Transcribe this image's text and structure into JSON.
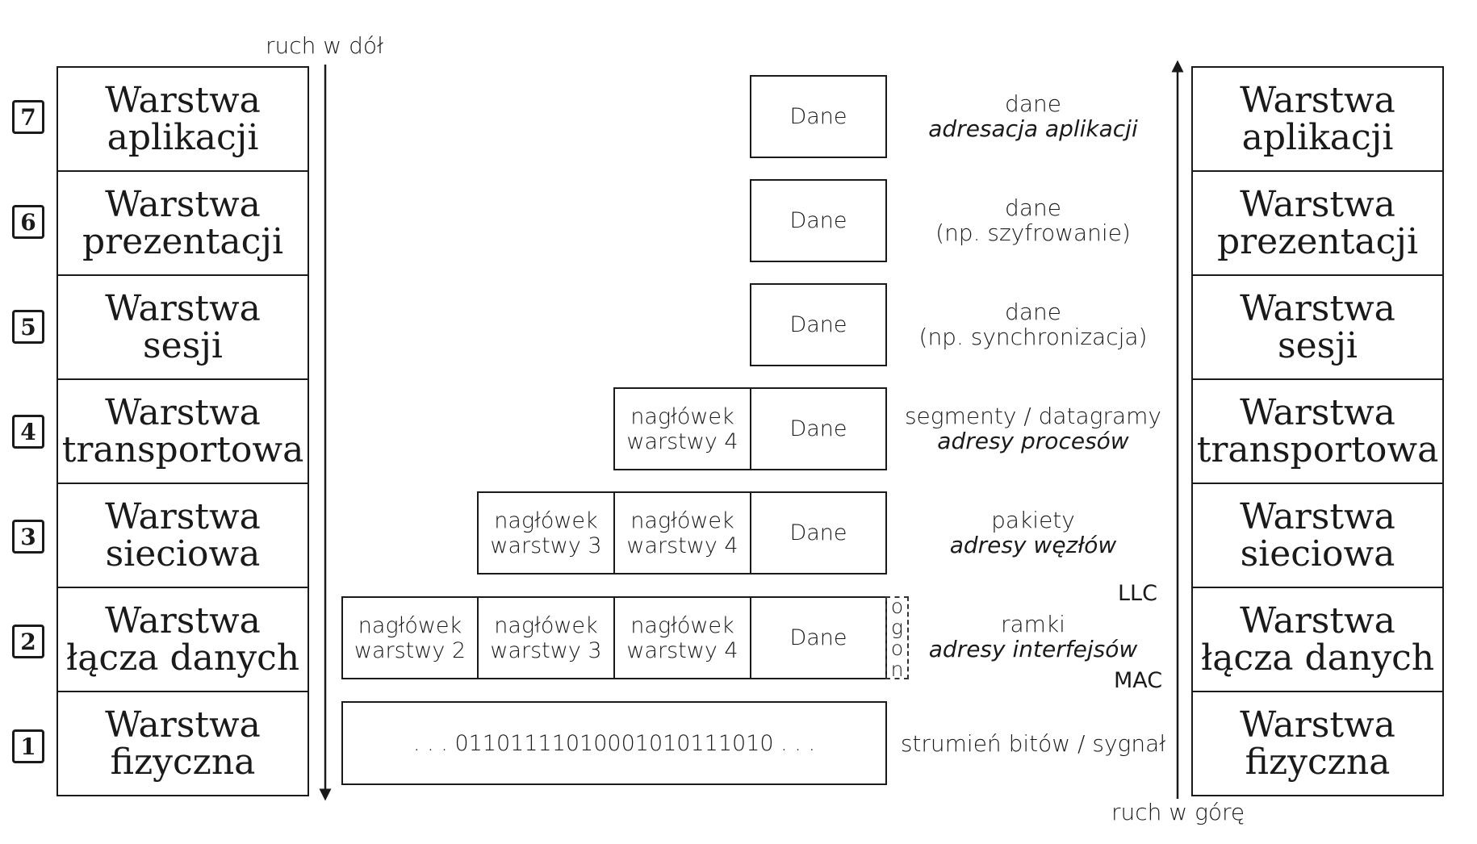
{
  "arrows": {
    "down_label": "ruch w dół",
    "up_label": "ruch w górę"
  },
  "layers": [
    {
      "number": "7",
      "line1": "Warstwa",
      "line2": "aplikacji"
    },
    {
      "number": "6",
      "line1": "Warstwa",
      "line2": "prezentacji"
    },
    {
      "number": "5",
      "line1": "Warstwa",
      "line2": "sesji"
    },
    {
      "number": "4",
      "line1": "Warstwa",
      "line2": "transportowa"
    },
    {
      "number": "3",
      "line1": "Warstwa",
      "line2": "sieciowa"
    },
    {
      "number": "2",
      "line1": "Warstwa",
      "line2": "łącza danych"
    },
    {
      "number": "1",
      "line1": "Warstwa",
      "line2": "fizyczna"
    }
  ],
  "pdu": {
    "data_label": "Dane",
    "header4": {
      "line1": "nagłówek",
      "line2": "warstwy 4"
    },
    "header3": {
      "line1": "nagłówek",
      "line2": "warstwy 3"
    },
    "header2": {
      "line1": "nagłówek",
      "line2": "warstwy 2"
    },
    "trailer": [
      "o",
      "g",
      "o",
      "n"
    ],
    "bitstream": ". . . 01101111010001010111010 . . ."
  },
  "descriptions": [
    {
      "unit": "dane",
      "addressing": "adresacja aplikacji"
    },
    {
      "unit": "dane",
      "addressing": "(np. szyfrowanie)"
    },
    {
      "unit": "dane",
      "addressing": "(np. synchronizacja)"
    },
    {
      "unit": "segmenty / datagramy",
      "addressing": "adresy procesów"
    },
    {
      "unit": "pakiety",
      "addressing": "adresy węzłów"
    },
    {
      "unit": "ramki",
      "addressing": "adresy interfejsów"
    },
    {
      "unit": "strumień bitów / sygnał"
    }
  ],
  "sublayers": {
    "llc": "LLC",
    "mac": "MAC"
  }
}
